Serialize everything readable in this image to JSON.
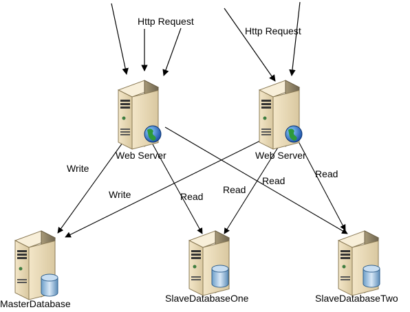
{
  "http_labels": {
    "left": "Http Request",
    "right": "Http Request"
  },
  "servers": {
    "web_left": "Web Server",
    "web_right": "Web Server"
  },
  "databases": {
    "master": "MasterDatabase",
    "slave_one": "SlaveDatabaseOne",
    "slave_two": "SlaveDatabaseTwo"
  },
  "edge_labels": {
    "write_left": "Write",
    "write_right": "Write",
    "read_left": "Read",
    "read_right_one": "Read",
    "read_right_two": "Read",
    "read_right_three": "Read"
  },
  "icons": {
    "server": "server-tower-icon",
    "globe": "globe-icon",
    "database": "database-cylinder-icon"
  }
}
